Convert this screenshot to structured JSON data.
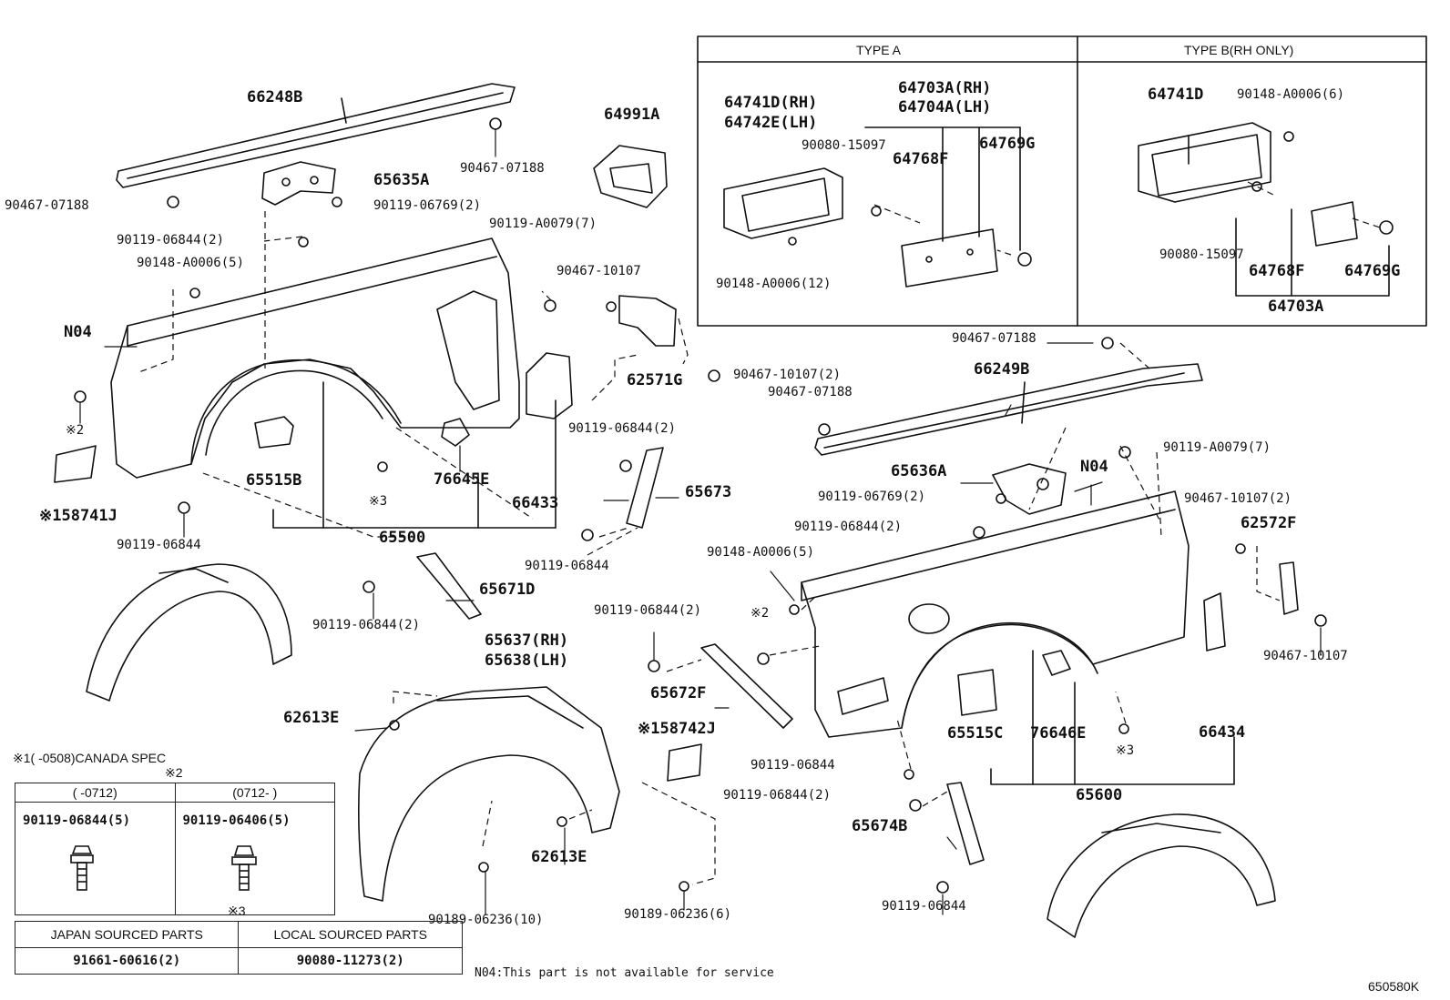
{
  "type_table": {
    "type_a": "TYPE A",
    "type_b": "TYPE B(RH ONLY)"
  },
  "labels": {
    "p66248B": "66248B",
    "p90467_07188_top": "90467-07188",
    "p90467_07188_left": "90467-07188",
    "p65635A": "65635A",
    "p90119_06769_2_left": "90119-06769(2)",
    "p90119_06844_2_left": "90119-06844(2)",
    "p90148_A0006_5_left": "90148-A0006(5)",
    "p90119_A0079_7_left": "90119-A0079(7)",
    "p64991A": "64991A",
    "p90467_10107_a": "90467-10107",
    "pN04_left": "N04",
    "p62571G": "62571G",
    "p90467_10107_2_a": "90467-10107(2)",
    "mark2_left": "※2",
    "p158741J": "※158741J",
    "p65515B": "65515B",
    "mark3_left": "※3",
    "p76645E": "76645E",
    "p66433": "66433",
    "p65500": "65500",
    "p90119_06844_left_low": "90119-06844",
    "p90119_06844_2_mid": "90119-06844(2)",
    "p65673": "65673",
    "p90119_06844_mid": "90119-06844",
    "p65671D": "65671D",
    "p90119_06844_2_lowleft": "90119-06844(2)",
    "p65637_rh": "65637(RH)",
    "p65638_lh": "65638(LH)",
    "p62613E_a": "62613E",
    "p62613E_b": "62613E",
    "p90189_06236_10": "90189-06236(10)",
    "p90189_06236_6": "90189-06236(6)",
    "canada_note": "※1(     -0508)CANADA SPEC",
    "p64741D_rh": "64741D(RH)",
    "p64742E_lh": "64742E(LH)",
    "p64703A_rh": "64703A(RH)",
    "p64704A_lh": "64704A(LH)",
    "p90080_15097_a": "90080-15097",
    "p64768F_a": "64768F",
    "p64769G_a": "64769G",
    "p90148_A0006_12": "90148-A0006(12)",
    "p64741D_b": "64741D",
    "p90148_A0006_6": "90148-A0006(6)",
    "p90080_15097_b": "90080-15097",
    "p64768F_b": "64768F",
    "p64769G_b": "64769G",
    "p64703A_b": "64703A",
    "p90467_07188_r1": "90467-07188",
    "p66249B": "66249B",
    "p90467_07188_r2": "90467-07188",
    "p65636A": "65636A",
    "pN04_right": "N04",
    "p90119_A0079_7_right": "90119-A0079(7)",
    "p90119_06769_2_right": "90119-06769(2)",
    "p90119_06844_2_right": "90119-06844(2)",
    "p90467_10107_2_b": "90467-10107(2)",
    "p62572F": "62572F",
    "p90148_A0006_5_right": "90148-A0006(5)",
    "p90119_06844_2_r2": "90119-06844(2)",
    "mark2_right": "※2",
    "p90467_10107_b": "90467-10107",
    "p65672F": "65672F",
    "p158742J": "※158742J",
    "p65515C": "65515C",
    "p76646E": "76646E",
    "p66434": "66434",
    "mark3_right": "※3",
    "p90119_06844_r3": "90119-06844",
    "p90119_06844_2_r3": "90119-06844(2)",
    "p65600": "65600",
    "p65674B": "65674B",
    "p90119_06844_r4": "90119-06844"
  },
  "bolt_table": {
    "mark": "※2",
    "col1_header": "(   -0712)",
    "col2_header": "(0712-    )",
    "col1_part": "90119-06844(5)",
    "col2_part": "90119-06406(5)"
  },
  "source_table": {
    "mark": "※3",
    "col1_header": "JAPAN SOURCED PARTS",
    "col2_header": "LOCAL SOURCED PARTS",
    "col1_part": "91661-60616(2)",
    "col2_part": "90080-11273(2)"
  },
  "footnote": "N04:This part is not available for service",
  "diagram_id": "650580K"
}
